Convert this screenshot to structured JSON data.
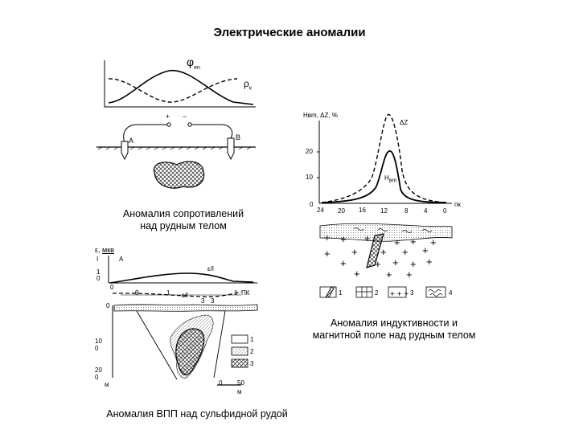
{
  "title": "Электрические аномалии",
  "resistivity": {
    "caption_line1": "Аномалия сопротивлений",
    "caption_line2": "над рудным телом",
    "curve_phi": "φ",
    "curve_phi_sub": "en",
    "curve_rho": "ρ",
    "curve_rho_sub": "к",
    "plus": "+",
    "minus": "−",
    "electrode_a": "A",
    "electrode_b": "B"
  },
  "induction": {
    "caption_line1": "Аномалия индуктивности и",
    "caption_line2": "магнитной поле над рудным телом",
    "y_axis_label": "Hвm, ΔZ, %",
    "dz_label": "ΔZ",
    "h_label": "H",
    "h_sub": "вm",
    "y_ticks": [
      "20",
      "10",
      "0"
    ],
    "x_ticks": [
      "24",
      "20",
      "16",
      "12",
      "8",
      "4",
      "0"
    ],
    "x_unit": "пк",
    "legend": [
      {
        "num": "1",
        "pattern": "ore-body"
      },
      {
        "num": "2",
        "pattern": "hatched-block"
      },
      {
        "num": "3",
        "pattern": "crosses"
      },
      {
        "num": "4",
        "pattern": "wavy-lines"
      }
    ]
  },
  "ipp": {
    "caption": "Аномалия ВПП над сульфидной рудой",
    "y_label_main": "ε",
    "y_label_sub": "мкв",
    "y_label_frac": "I",
    "y_label_unit": "A",
    "tick_1": "1",
    "tick_0": "0",
    "curve_label_top": "ε/I",
    "curve_label_bottom": "ε/I",
    "x_ticks": [
      "0",
      "9",
      "1",
      "3",
      "3",
      "1"
    ],
    "x_unit": "ПК",
    "depth_0": "0",
    "depth_10": "10\n0",
    "depth_20": "20\n0",
    "depth_unit": "м",
    "scale_0": "0",
    "scale_50": "50",
    "scale_unit": "м",
    "legend": [
      "1",
      "2",
      "3"
    ]
  }
}
